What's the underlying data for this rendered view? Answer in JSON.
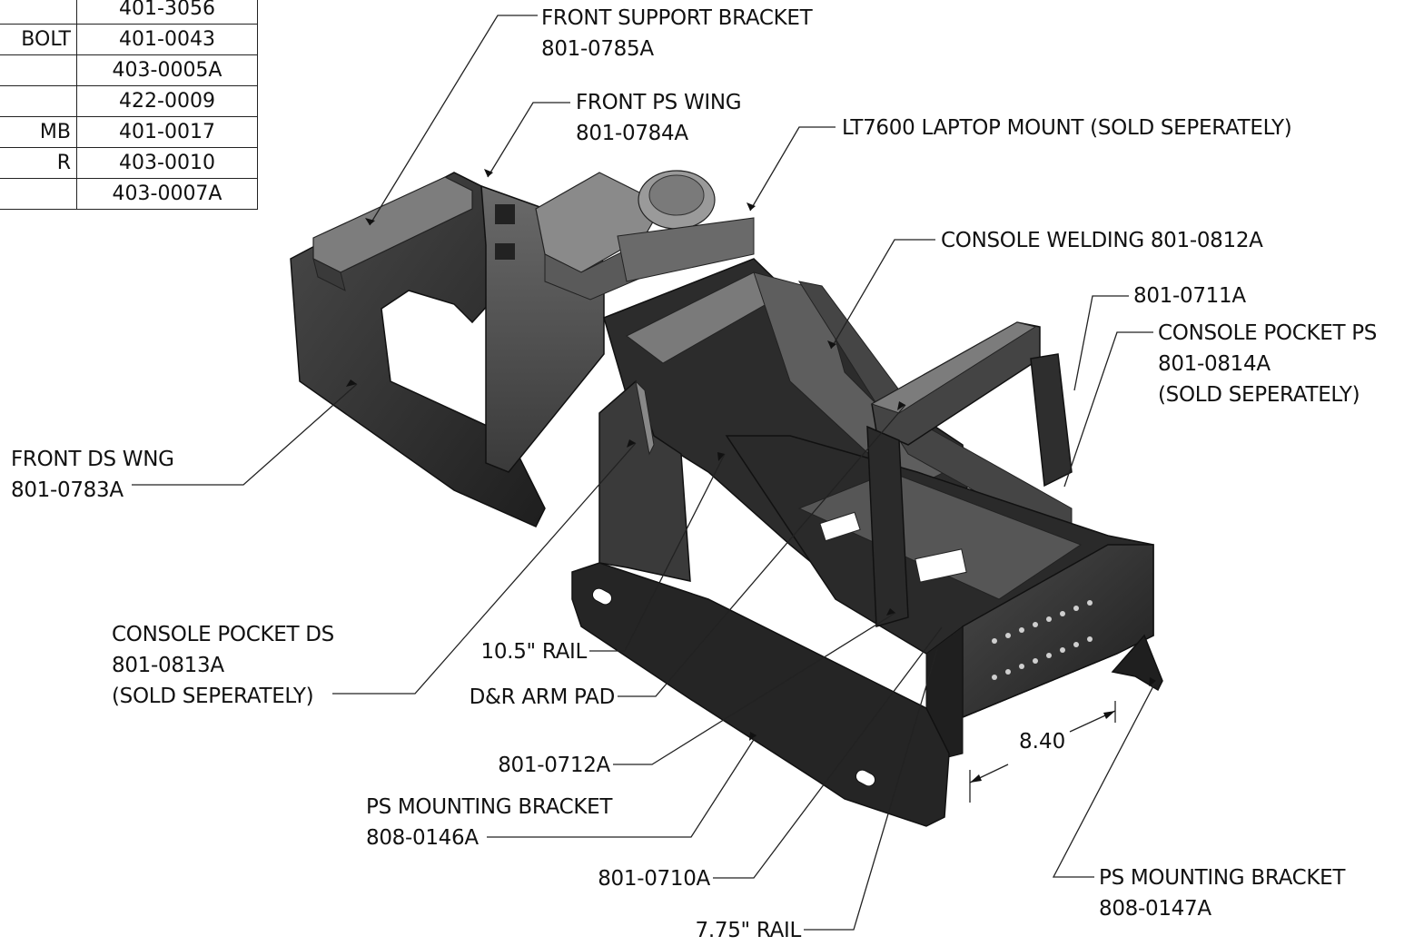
{
  "bom_table": {
    "rows": [
      {
        "desc": "",
        "part": "401-3056"
      },
      {
        "desc": "BOLT",
        "part": "401-0043"
      },
      {
        "desc": "",
        "part": "403-0005A"
      },
      {
        "desc": "",
        "part": "422-0009"
      },
      {
        "desc": "MB",
        "part": "401-0017"
      },
      {
        "desc": "R",
        "part": "403-0010"
      },
      {
        "desc": "",
        "part": "403-0007A"
      }
    ]
  },
  "callouts": {
    "front_support_bracket": [
      "FRONT SUPPORT BRACKET",
      "801-0785A"
    ],
    "front_ps_wing": [
      "FRONT PS WING",
      "801-0784A"
    ],
    "laptop_mount": [
      "LT7600 LAPTOP MOUNT (SOLD SEPERATELY)"
    ],
    "console_welding": [
      "CONSOLE WELDING 801-0812A"
    ],
    "armrest": [
      "801-0711A"
    ],
    "console_pocket_ps": [
      "CONSOLE POCKET PS",
      "801-0814A",
      "(SOLD SEPERATELY)"
    ],
    "front_ds_wing": [
      "FRONT DS WNG",
      "801-0783A"
    ],
    "console_pocket_ds": [
      "CONSOLE POCKET DS",
      "801-0813A",
      "(SOLD SEPERATELY)"
    ],
    "rail_105": [
      "10.5\" RAIL"
    ],
    "arm_pad": [
      "D&R ARM PAD"
    ],
    "part_0712": [
      "801-0712A"
    ],
    "ps_mounting_bracket_146": [
      "PS MOUNTING BRACKET",
      "808-0146A"
    ],
    "part_0710": [
      "801-0710A"
    ],
    "rail_775": [
      "7.75\" RAIL"
    ],
    "ps_mounting_bracket_147": [
      "PS MOUNTING BRACKET",
      "808-0147A"
    ]
  },
  "dimension": "8.40"
}
